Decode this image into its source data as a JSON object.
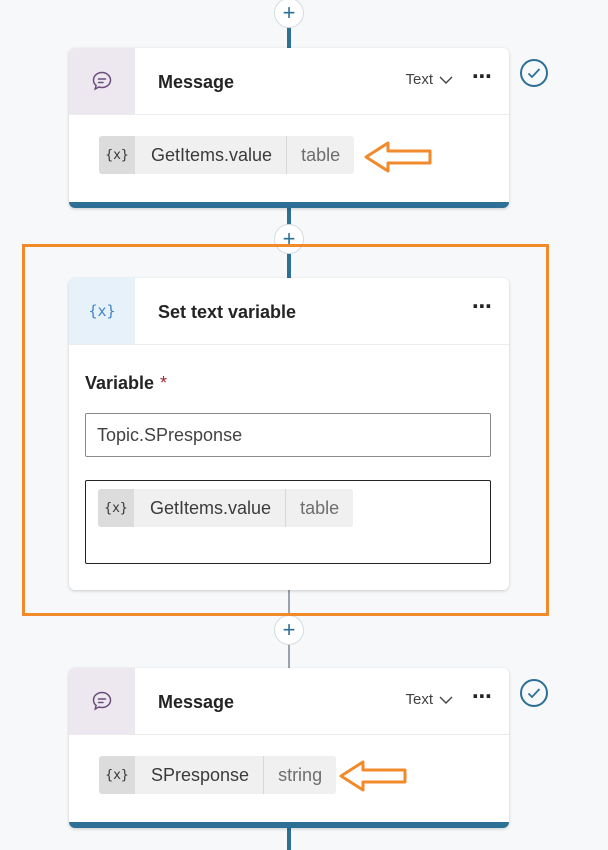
{
  "add_step_label": "+",
  "cards": [
    {
      "title": "Message",
      "type_select": "Text",
      "more": "⋯",
      "token": {
        "icon": "{x}",
        "name": "GetItems.value",
        "type": "table"
      }
    },
    {
      "title": "Set text variable",
      "icon": "{x}",
      "more": "⋯",
      "variable_label": "Variable",
      "required_mark": "*",
      "variable_value": "Topic.SPresponse",
      "token": {
        "icon": "{x}",
        "name": "GetItems.value",
        "type": "table"
      }
    },
    {
      "title": "Message",
      "type_select": "Text",
      "more": "⋯",
      "token": {
        "icon": "{x}",
        "name": "SPresponse",
        "type": "string"
      }
    }
  ],
  "colors": {
    "accent": "#2e6f95",
    "highlight": "#f08a2b",
    "required": "#a4262c"
  }
}
